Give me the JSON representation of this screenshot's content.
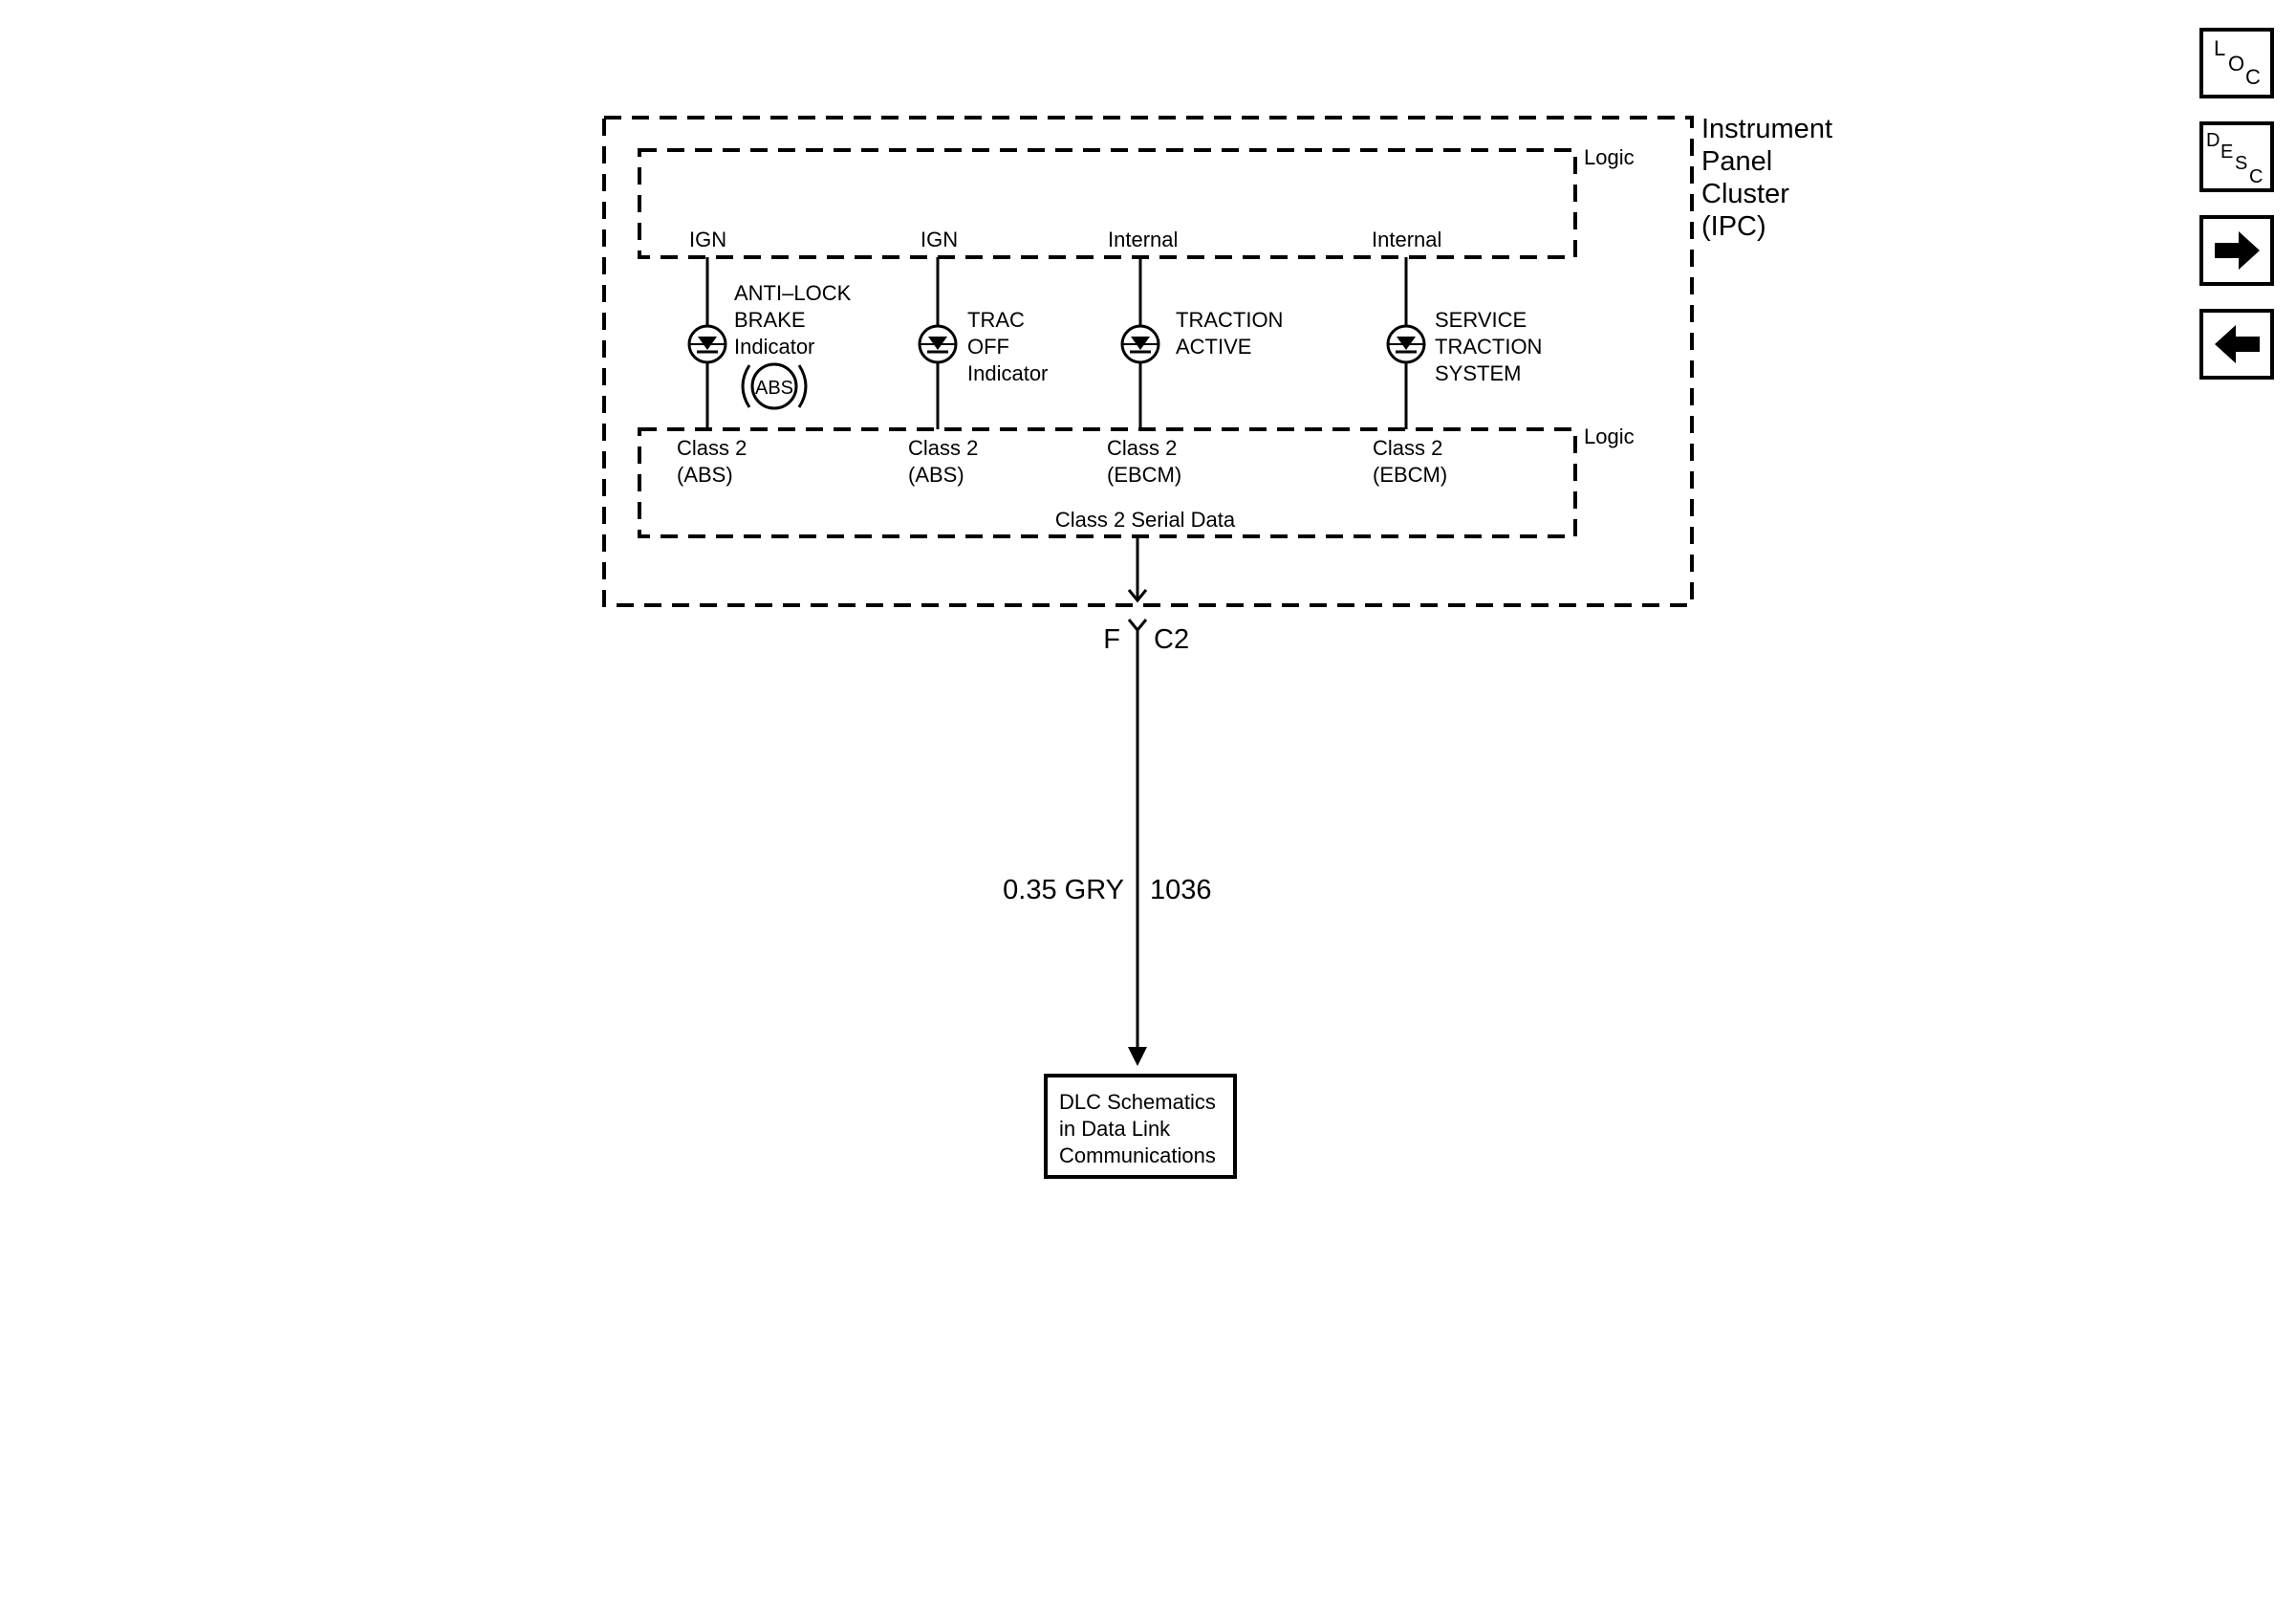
{
  "module": {
    "name_lines": [
      "Instrument",
      "Panel",
      "Cluster",
      "(IPC)"
    ]
  },
  "logic_top": {
    "label": "Logic"
  },
  "logic_bottom": {
    "label": "Logic",
    "serial_label": "Class 2 Serial Data"
  },
  "indicators": [
    {
      "top_label": "IGN",
      "name_lines": [
        "ANTI–LOCK",
        "BRAKE",
        "Indicator"
      ],
      "symbol": "ABS",
      "bottom_lines": [
        "Class 2",
        "(ABS)"
      ]
    },
    {
      "top_label": "IGN",
      "name_lines": [
        "TRAC",
        "OFF",
        "Indicator"
      ],
      "bottom_lines": [
        "Class 2",
        "(ABS)"
      ]
    },
    {
      "top_label": "Internal",
      "name_lines": [
        "TRACTION",
        "ACTIVE"
      ],
      "bottom_lines": [
        "Class 2",
        "(EBCM)"
      ]
    },
    {
      "top_label": "Internal",
      "name_lines": [
        "SERVICE",
        "TRACTION",
        "SYSTEM"
      ],
      "bottom_lines": [
        "Class 2",
        "(EBCM)"
      ]
    }
  ],
  "connector": {
    "pin": "F",
    "name": "C2"
  },
  "wire": {
    "spec": "0.35 GRY",
    "circuit": "1036"
  },
  "destination": {
    "lines": [
      "DLC Schematics",
      "in Data Link",
      "Communications"
    ]
  },
  "nav": {
    "loc": {
      "big": "L",
      "sub": [
        "O",
        "C"
      ]
    },
    "desc": {
      "big": "D",
      "sub": [
        "E",
        "S",
        "C"
      ]
    },
    "next_icon": "arrow-right-icon",
    "prev_icon": "arrow-left-icon"
  }
}
